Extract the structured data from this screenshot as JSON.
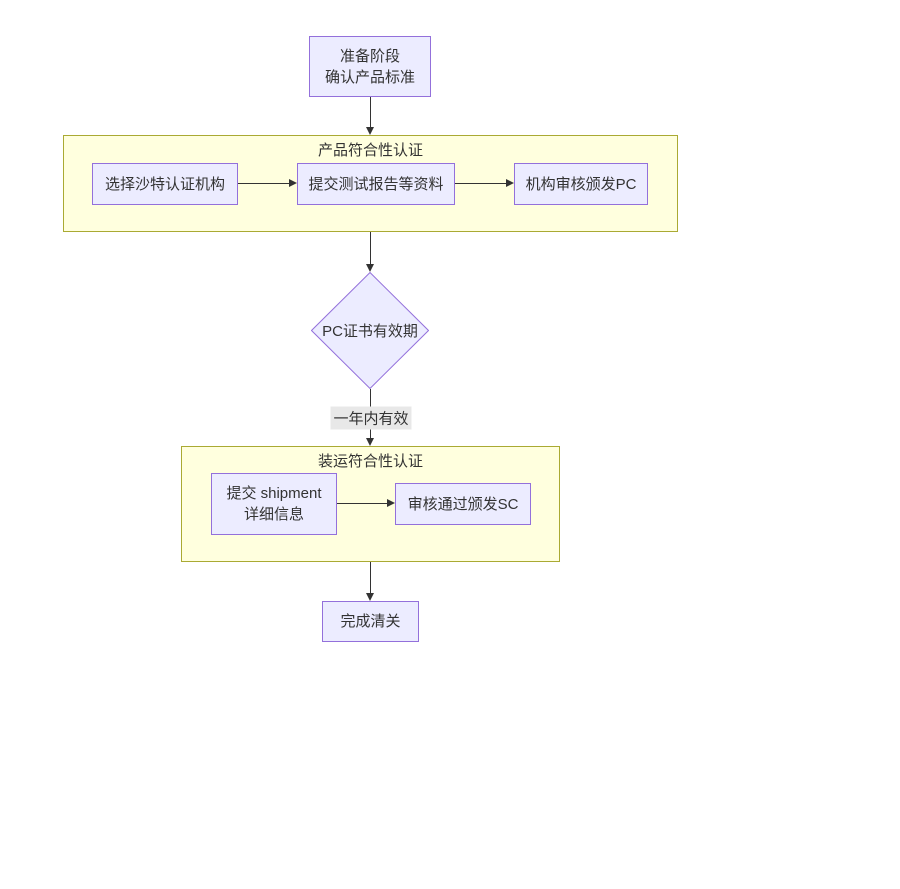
{
  "diagram": {
    "nodes": {
      "prepare": {
        "line1": "准备阶段",
        "line2": "确认产品标准"
      },
      "choose_body": {
        "label": "选择沙特认证机构"
      },
      "submit_reports": {
        "label": "提交测试报告等资料"
      },
      "issue_pc": {
        "label": "机构审核颁发PC"
      },
      "pc_validity": {
        "label": "PC证书有效期"
      },
      "submit_shipment": {
        "line1": "提交 shipment",
        "line2": "详细信息"
      },
      "issue_sc": {
        "label": "审核通过颁发SC"
      },
      "customs": {
        "label": "完成清关"
      }
    },
    "clusters": {
      "product": {
        "title": "产品符合性认证"
      },
      "shipment": {
        "title": "装运符合性认证"
      }
    },
    "edges": {
      "validity_label": "一年内有效"
    },
    "colors": {
      "node_fill": "#ECECFF",
      "node_border": "#9370DB",
      "cluster_fill": "#FFFFDE",
      "cluster_border": "#AAAA33",
      "edge_line": "#333333",
      "edge_label_bg": "#E8E8E8",
      "text": "#333333",
      "background": "#FFFFFF"
    }
  }
}
